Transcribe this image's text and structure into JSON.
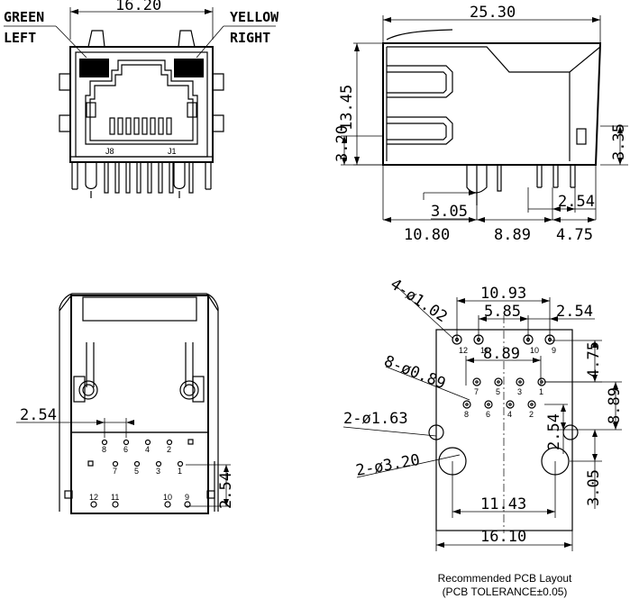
{
  "front_view": {
    "dim_width": "16.20",
    "led_left_color": "GREEN",
    "led_left_side": "LEFT",
    "led_right_color": "YELLOW",
    "led_right_side": "RIGHT",
    "pin_label_j8": "J8",
    "pin_label_j1": "J1"
  },
  "side_view": {
    "dim_length": "25.30",
    "dim_height": "13.45",
    "dim_standoff": "3.20",
    "dim_right_height": "3.35",
    "dim_post_offset": "3.05",
    "dim_pin_pitch": "2.54",
    "dim_front_to_post": "10.80",
    "dim_post_spacing": "8.89",
    "dim_rear_offset": "4.75"
  },
  "bottom_view": {
    "dim_pitch_h": "2.54",
    "dim_pitch_v": "2.54",
    "row1_pins": [
      "8",
      "6",
      "4",
      "2"
    ],
    "row2_pins": [
      "7",
      "5",
      "3",
      "1"
    ],
    "row3_pins": [
      "12",
      "11",
      "10",
      "9"
    ]
  },
  "pcb_layout": {
    "dim_led_span": "10.93",
    "dim_led_pair": "5.85",
    "dim_led_pitch": "2.54",
    "dim_signal_span": "8.89",
    "dim_led_row_offset": "4.75",
    "dim_vertical_span": "8.89",
    "dim_pin_row_pitch": "2.54",
    "dim_post_row": "3.05",
    "dim_post_spacing": "11.43",
    "dim_body_width": "16.10",
    "led_hole_callout": "4-ø1.02",
    "signal_hole_callout": "8-ø0.89",
    "small_hole_callout": "2-ø1.63",
    "post_hole_callout": "2-ø3.20",
    "led_pins": [
      "12",
      "11",
      "10",
      "9"
    ],
    "row_a_pins": [
      "7",
      "5",
      "3",
      "1"
    ],
    "row_b_pins": [
      "8",
      "6",
      "4",
      "2"
    ],
    "caption_line1": "Recommended PCB Layout",
    "caption_line2": "(PCB TOLERANCE±0.05)"
  }
}
